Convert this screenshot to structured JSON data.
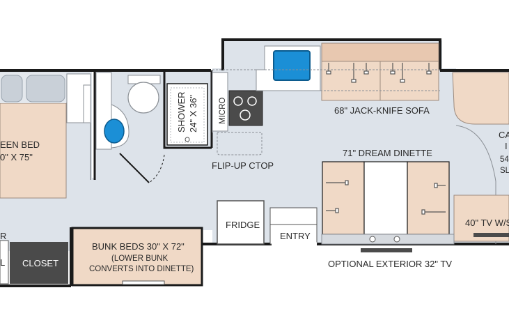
{
  "labels": {
    "bed_line1": "EEN BED",
    "bed_line2": "0\" X 75\"",
    "shower_line1": "SHOWER",
    "shower_line2": "24\" X 36\"",
    "micro": "MICRO",
    "sofa": "68\" JACK-KNIFE SOFA",
    "cab_line1": "CA",
    "cab_line2": "I",
    "cab_line3": "54",
    "cab_line4": "SL",
    "dinette": "71\" DREAM DINETTE",
    "flip_up": "FLIP-UP CTOP",
    "fridge": "FRIDGE",
    "entry": "ENTRY",
    "tv": "40\" TV W/S",
    "closet": "CLOSET",
    "left_r": "R",
    "left_l": "L",
    "bunk_line1": "BUNK BEDS 30\" X 72\"",
    "bunk_line2": "(LOWER BUNK",
    "bunk_line3": "CONVERTS INTO DINETTE)",
    "ext_tv": "OPTIONAL EXTERIOR 32\" TV"
  },
  "colors": {
    "floor": "#dde3ea",
    "wall": "#1a1a1a",
    "wood": "#f0d9c6",
    "wood_dark": "#e8c8b0",
    "sink_blue": "#1b8fd6",
    "closet_fill": "#4a4a4a"
  }
}
